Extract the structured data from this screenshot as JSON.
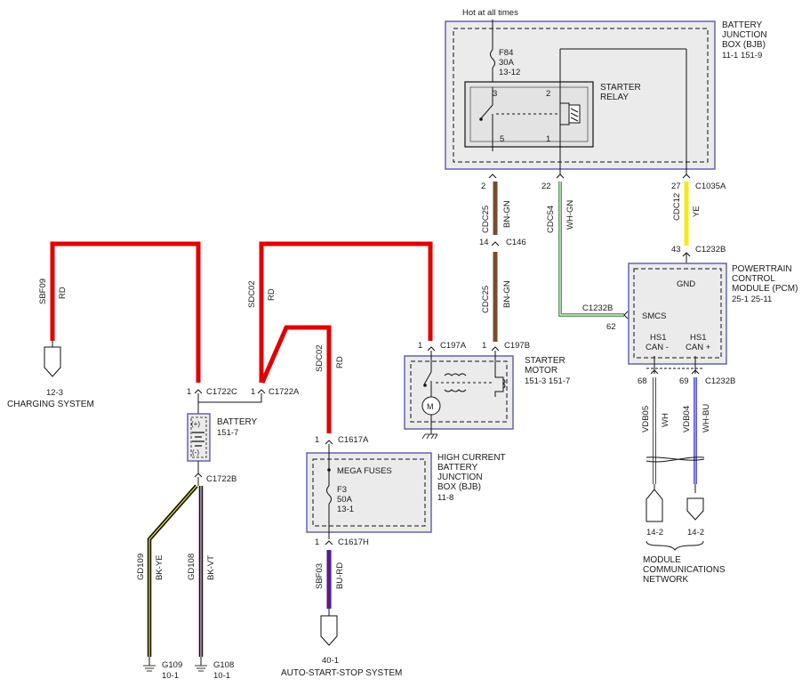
{
  "colors": {
    "red": "#e00000",
    "brown": "#7b4a2e",
    "yellow": "#f2ec1a",
    "blue": "#2020d0",
    "green": "#2f7f2f",
    "violet": "#d8a8d8",
    "black": "#111111",
    "box_border": "#5a5aa8",
    "box_fill": "#ebebeb"
  },
  "hot_label": "Hot at all times",
  "bjb": {
    "title": [
      "BATTERY",
      "JUNCTION",
      "BOX (BJB)"
    ],
    "ref": "11-1   151-9"
  },
  "fuse_f84": {
    "name": "F84",
    "rating": "30A",
    "ref": "13-12"
  },
  "starter_relay": {
    "label": [
      "STARTER",
      "RELAY"
    ],
    "pins": {
      "p3": "3",
      "p2": "2",
      "p5": "5",
      "p1": "1"
    }
  },
  "pcm": {
    "title": [
      "POWERTRAIN",
      "CONTROL",
      "MODULE (PCM)"
    ],
    "ref": "25-1   25-11",
    "gnd": "GND",
    "smcs": "SMCS",
    "can_lo": [
      "HS1",
      "CAN -"
    ],
    "can_hi": [
      "HS1",
      "CAN +"
    ]
  },
  "wires": {
    "cdc25_top": {
      "circuit": "CDC25",
      "color": "BN-GN"
    },
    "cdc25_bot": {
      "circuit": "CDC25",
      "color": "BN-GN"
    },
    "cdc54": {
      "circuit": "CDC54",
      "color": "WH-GN"
    },
    "cdc12": {
      "circuit": "CDC12",
      "color": "YE"
    },
    "sbf09": {
      "circuit": "SBF09",
      "color": "RD"
    },
    "sdc02_a": {
      "circuit": "SDC02",
      "color": "RD"
    },
    "sdc02_b": {
      "circuit": "SDC02",
      "color": "RD"
    },
    "gd109": {
      "circuit": "GD109",
      "color": "BK-YE"
    },
    "gd108": {
      "circuit": "GD108",
      "color": "BK-VT"
    },
    "sbf03": {
      "circuit": "SBF03",
      "color": "BU-RD"
    },
    "vdb05": {
      "circuit": "VDB05",
      "color": "WH"
    },
    "vdb04": {
      "circuit": "VDB04",
      "color": "WH-BU"
    }
  },
  "connectors": {
    "c1035a": {
      "name": "C1035A",
      "pin_a": "2",
      "pin_b": "22",
      "pin_c": "27"
    },
    "c146": {
      "name": "C146",
      "pin": "14"
    },
    "c1232b_top": {
      "name": "C1232B",
      "pin": "43"
    },
    "c1232b_smcs": {
      "name": "C1232B",
      "pin": "62"
    },
    "c1232b_can": {
      "name": "C1232B",
      "pin_a": "68",
      "pin_b": "69"
    },
    "c197a": {
      "name": "C197A",
      "pin": "1"
    },
    "c197b": {
      "name": "C197B",
      "pin": "1"
    },
    "c1722c": {
      "name": "C1722C",
      "pin": "1"
    },
    "c1722a": {
      "name": "C1722A",
      "pin": "1"
    },
    "c1722b": {
      "name": "C1722B"
    },
    "c1617a": {
      "name": "C1617A",
      "pin": "1"
    },
    "c1617h": {
      "name": "C1617H",
      "pin": "1"
    }
  },
  "starter_motor": {
    "title": [
      "STARTER",
      "MOTOR"
    ],
    "ref": "151-3   151-7"
  },
  "battery": {
    "title": "BATTERY",
    "ref": "151-7",
    "plus": "(+)",
    "minus": "(-)"
  },
  "hcbjb": {
    "title": [
      "HIGH CURRENT",
      "BATTERY",
      "JUNCTION",
      "BOX (BJB)"
    ],
    "ref": "11-8",
    "mega": "MEGA FUSES",
    "fuse": "F3",
    "rating": "50A",
    "fuse_ref": "13-1"
  },
  "charging": {
    "ref": "12-3",
    "label": "CHARGING SYSTEM"
  },
  "auto_start": {
    "ref": "40-1",
    "label": "AUTO-START-STOP SYSTEM"
  },
  "network": {
    "ref_a": "14-2",
    "ref_b": "14-2",
    "label": [
      "MODULE",
      "COMMUNICATIONS",
      "NETWORK"
    ]
  },
  "grounds": {
    "g109": {
      "name": "G109",
      "ref": "10-1"
    },
    "g108": {
      "name": "G108",
      "ref": "10-1"
    }
  }
}
